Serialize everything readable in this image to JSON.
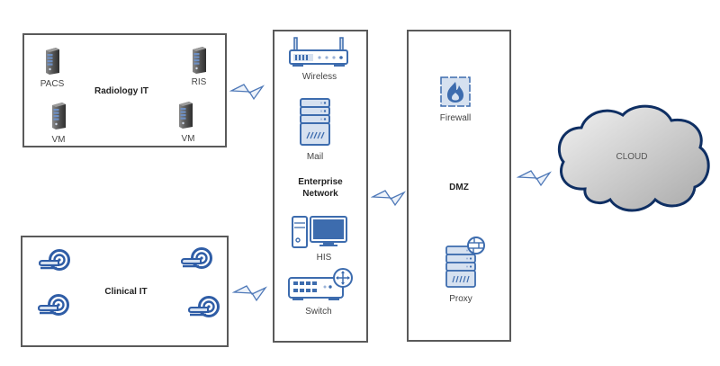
{
  "diagram": {
    "groups": {
      "radiology": {
        "title": "Radiology IT",
        "nodes": [
          {
            "label": "PACS",
            "icon": "server-tower-icon"
          },
          {
            "label": "RIS",
            "icon": "server-tower-icon"
          },
          {
            "label": "VM",
            "icon": "server-tower-icon"
          },
          {
            "label": "VM",
            "icon": "server-tower-icon"
          }
        ]
      },
      "clinical": {
        "title": "Clinical IT",
        "nodes": [
          {
            "label": "",
            "icon": "mri-scanner-icon"
          },
          {
            "label": "",
            "icon": "mri-scanner-icon"
          },
          {
            "label": "",
            "icon": "mri-scanner-icon"
          },
          {
            "label": "",
            "icon": "mri-scanner-icon"
          }
        ]
      },
      "enterprise": {
        "title_line1": "Enterprise",
        "title_line2": "Network",
        "nodes": [
          {
            "label": "Wireless",
            "icon": "wireless-router-icon"
          },
          {
            "label": "Mail",
            "icon": "mail-server-icon"
          },
          {
            "label": "HIS",
            "icon": "workstation-icon"
          },
          {
            "label": "Switch",
            "icon": "network-switch-icon"
          }
        ]
      },
      "dmz": {
        "title": "DMZ",
        "nodes": [
          {
            "label": "Firewall",
            "icon": "firewall-icon"
          },
          {
            "label": "Proxy",
            "icon": "proxy-server-icon"
          }
        ]
      },
      "cloud": {
        "label": "CLOUD",
        "icon": "cloud-icon"
      }
    },
    "connections": [
      {
        "from": "Radiology IT",
        "to": "Enterprise Network",
        "icon": "lightning-link-icon"
      },
      {
        "from": "Clinical IT",
        "to": "Enterprise Network",
        "icon": "lightning-link-icon"
      },
      {
        "from": "Enterprise Network",
        "to": "DMZ",
        "icon": "lightning-link-icon"
      },
      {
        "from": "DMZ",
        "to": "CLOUD",
        "icon": "lightning-link-icon"
      }
    ],
    "colors": {
      "icon_blue": "#3d6cae",
      "icon_fill": "#d6e1f0",
      "box_border": "#5a5a5a",
      "cloud_border": "#0f2f63"
    }
  }
}
